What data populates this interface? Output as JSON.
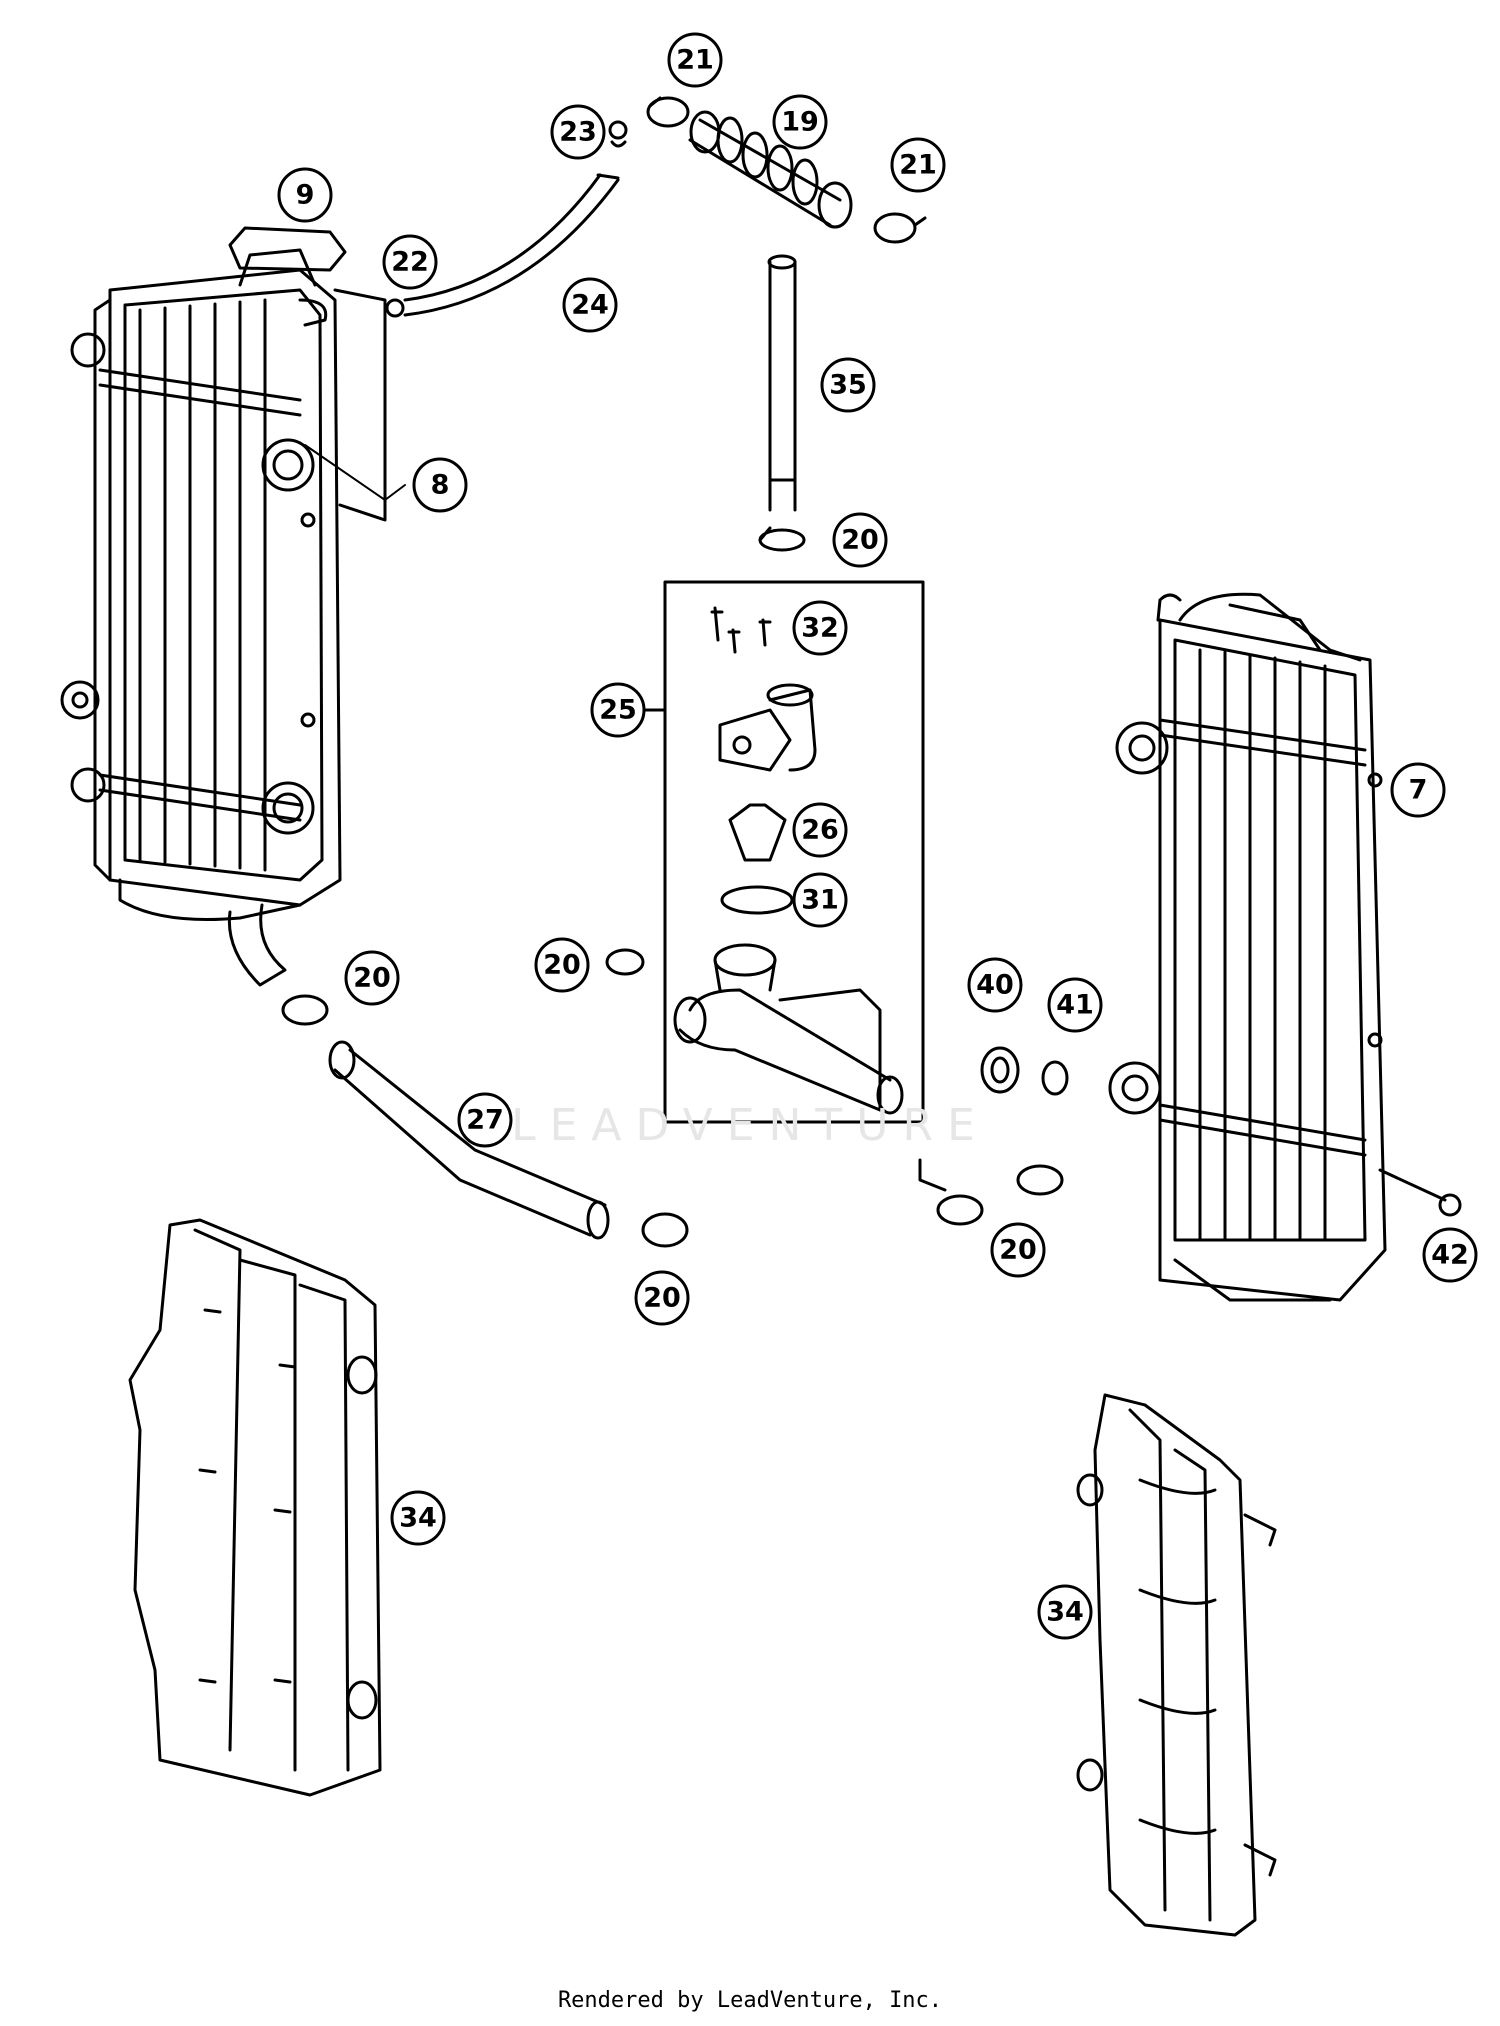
{
  "diagram": {
    "callouts": [
      {
        "id": "c21a",
        "label": "21"
      },
      {
        "id": "c19",
        "label": "19"
      },
      {
        "id": "c23",
        "label": "23"
      },
      {
        "id": "c21b",
        "label": "21"
      },
      {
        "id": "c9",
        "label": "9"
      },
      {
        "id": "c22",
        "label": "22"
      },
      {
        "id": "c24",
        "label": "24"
      },
      {
        "id": "c35",
        "label": "35"
      },
      {
        "id": "c8",
        "label": "8"
      },
      {
        "id": "c20a",
        "label": "20"
      },
      {
        "id": "c32",
        "label": "32"
      },
      {
        "id": "c25",
        "label": "25"
      },
      {
        "id": "c7",
        "label": "7"
      },
      {
        "id": "c26",
        "label": "26"
      },
      {
        "id": "c31",
        "label": "31"
      },
      {
        "id": "c20b",
        "label": "20"
      },
      {
        "id": "c20c",
        "label": "20"
      },
      {
        "id": "c40",
        "label": "40"
      },
      {
        "id": "c41",
        "label": "41"
      },
      {
        "id": "c27",
        "label": "27"
      },
      {
        "id": "c20d",
        "label": "20"
      },
      {
        "id": "c42",
        "label": "42"
      },
      {
        "id": "c20e",
        "label": "20"
      },
      {
        "id": "c34a",
        "label": "34"
      },
      {
        "id": "c34b",
        "label": "34"
      }
    ],
    "watermark": "LEADVENTURE",
    "footer": "Rendered by LeadVenture, Inc."
  }
}
